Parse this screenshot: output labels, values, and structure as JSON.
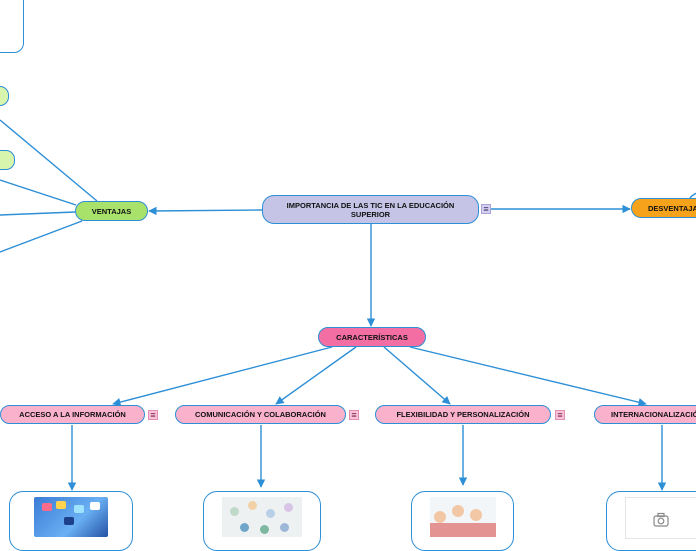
{
  "root": {
    "label": "IMPORTANCIA DE LAS TIC EN LA EDUCACIÓN SUPERIOR"
  },
  "branches": {
    "ventajas": "VENTAJAS",
    "desventajas": "DESVENTAJAS",
    "caracteristicas": "CARACTERÍSTICAS"
  },
  "caracteristicas": [
    {
      "label": "ACCESO A LA INFORMACIÓN"
    },
    {
      "label": "COMUNICACIÓN Y COLABORACIÓN"
    },
    {
      "label": "FLEXIBILIDAD Y PERSONALIZACIÓN"
    },
    {
      "label": "INTERNACIONALIZACIÓN"
    }
  ],
  "icons": {
    "note": "notes-icon",
    "camera": "camera-icon"
  },
  "colors": {
    "link": "#2d8fd6",
    "root": "#c5c3e6",
    "ventajas": "#a8e26b",
    "desventajas": "#f7a21b",
    "caracteristicas": "#f26ea3",
    "caracteristica_item": "#f9b1cc"
  }
}
